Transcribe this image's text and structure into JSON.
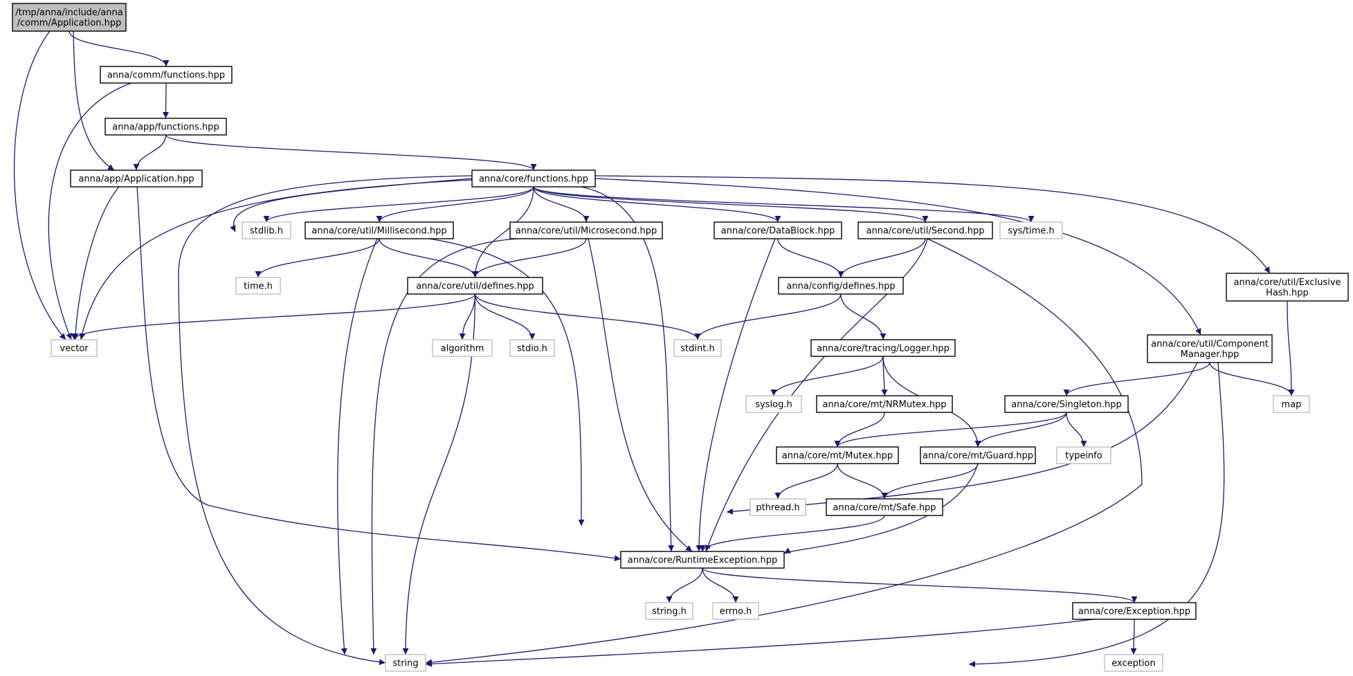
{
  "graph": {
    "edge_color": "#191970",
    "project_border": "#000000",
    "system_border": "#bfbfbf",
    "root_fill": "#bfbfbf",
    "nodes": [
      {
        "id": "root",
        "lines": [
          "/tmp/anna/include/anna",
          "/comm/Application.hpp"
        ],
        "kind": "root"
      },
      {
        "id": "comm_functions",
        "lines": [
          "anna/comm/functions.hpp"
        ],
        "kind": "project"
      },
      {
        "id": "app_functions",
        "lines": [
          "anna/app/functions.hpp"
        ],
        "kind": "project"
      },
      {
        "id": "app_application",
        "lines": [
          "anna/app/Application.hpp"
        ],
        "kind": "project"
      },
      {
        "id": "core_functions",
        "lines": [
          "anna/core/functions.hpp"
        ],
        "kind": "project"
      },
      {
        "id": "stdlib_h",
        "lines": [
          "stdlib.h"
        ],
        "kind": "system"
      },
      {
        "id": "millisecond",
        "lines": [
          "anna/core/util/Millisecond.hpp"
        ],
        "kind": "project"
      },
      {
        "id": "microsecond",
        "lines": [
          "anna/core/util/Microsecond.hpp"
        ],
        "kind": "project"
      },
      {
        "id": "datablock",
        "lines": [
          "anna/core/DataBlock.hpp"
        ],
        "kind": "project"
      },
      {
        "id": "second",
        "lines": [
          "anna/core/util/Second.hpp"
        ],
        "kind": "project"
      },
      {
        "id": "sys_time_h",
        "lines": [
          "sys/time.h"
        ],
        "kind": "system"
      },
      {
        "id": "exclusive_hash",
        "lines": [
          "anna/core/util/Exclusive",
          "Hash.hpp"
        ],
        "kind": "project"
      },
      {
        "id": "time_h",
        "lines": [
          "time.h"
        ],
        "kind": "system"
      },
      {
        "id": "util_defines",
        "lines": [
          "anna/core/util/defines.hpp"
        ],
        "kind": "project"
      },
      {
        "id": "config_defines",
        "lines": [
          "anna/config/defines.hpp"
        ],
        "kind": "project"
      },
      {
        "id": "vector",
        "lines": [
          "vector"
        ],
        "kind": "system"
      },
      {
        "id": "algorithm",
        "lines": [
          "algorithm"
        ],
        "kind": "system"
      },
      {
        "id": "stdio_h",
        "lines": [
          "stdio.h"
        ],
        "kind": "system"
      },
      {
        "id": "stdint_h",
        "lines": [
          "stdint.h"
        ],
        "kind": "system"
      },
      {
        "id": "logger",
        "lines": [
          "anna/core/tracing/Logger.hpp"
        ],
        "kind": "project"
      },
      {
        "id": "component_manager",
        "lines": [
          "anna/core/util/Component",
          "Manager.hpp"
        ],
        "kind": "project"
      },
      {
        "id": "syslog_h",
        "lines": [
          "syslog.h"
        ],
        "kind": "system"
      },
      {
        "id": "nrmutex",
        "lines": [
          "anna/core/mt/NRMutex.hpp"
        ],
        "kind": "project"
      },
      {
        "id": "singleton",
        "lines": [
          "anna/core/Singleton.hpp"
        ],
        "kind": "project"
      },
      {
        "id": "map",
        "lines": [
          "map"
        ],
        "kind": "system"
      },
      {
        "id": "mutex",
        "lines": [
          "anna/core/mt/Mutex.hpp"
        ],
        "kind": "project"
      },
      {
        "id": "guard",
        "lines": [
          "anna/core/mt/Guard.hpp"
        ],
        "kind": "project"
      },
      {
        "id": "typeinfo",
        "lines": [
          "typeinfo"
        ],
        "kind": "system"
      },
      {
        "id": "pthread_h",
        "lines": [
          "pthread.h"
        ],
        "kind": "system"
      },
      {
        "id": "safe",
        "lines": [
          "anna/core/mt/Safe.hpp"
        ],
        "kind": "project"
      },
      {
        "id": "runtime_exception",
        "lines": [
          "anna/core/RuntimeException.hpp"
        ],
        "kind": "project"
      },
      {
        "id": "string_h",
        "lines": [
          "string.h"
        ],
        "kind": "system"
      },
      {
        "id": "errno_h",
        "lines": [
          "errno.h"
        ],
        "kind": "system"
      },
      {
        "id": "exception_hpp",
        "lines": [
          "anna/core/Exception.hpp"
        ],
        "kind": "project"
      },
      {
        "id": "string",
        "lines": [
          "string"
        ],
        "kind": "system"
      },
      {
        "id": "exception",
        "lines": [
          "exception"
        ],
        "kind": "system"
      }
    ],
    "edges": [
      [
        "root",
        "vector"
      ],
      [
        "root",
        "app_application"
      ],
      [
        "root",
        "comm_functions"
      ],
      [
        "comm_functions",
        "vector"
      ],
      [
        "comm_functions",
        "app_functions"
      ],
      [
        "app_functions",
        "app_application"
      ],
      [
        "app_functions",
        "core_functions"
      ],
      [
        "app_application",
        "vector"
      ],
      [
        "app_application",
        "runtime_exception"
      ],
      [
        "core_functions",
        "vector"
      ],
      [
        "core_functions",
        "string"
      ],
      [
        "core_functions",
        "time_h"
      ],
      [
        "core_functions",
        "stdlib_h"
      ],
      [
        "core_functions",
        "millisecond"
      ],
      [
        "core_functions",
        "util_defines"
      ],
      [
        "core_functions",
        "microsecond"
      ],
      [
        "core_functions",
        "runtime_exception"
      ],
      [
        "core_functions",
        "datablock"
      ],
      [
        "core_functions",
        "second"
      ],
      [
        "core_functions",
        "sys_time_h"
      ],
      [
        "core_functions",
        "component_manager"
      ],
      [
        "core_functions",
        "exclusive_hash"
      ],
      [
        "millisecond",
        "time_h"
      ],
      [
        "millisecond",
        "string"
      ],
      [
        "millisecond",
        "util_defines"
      ],
      [
        "millisecond",
        "runtime_exception"
      ],
      [
        "microsecond",
        "string"
      ],
      [
        "microsecond",
        "util_defines"
      ],
      [
        "microsecond",
        "runtime_exception"
      ],
      [
        "datablock",
        "config_defines"
      ],
      [
        "datablock",
        "runtime_exception"
      ],
      [
        "second",
        "config_defines"
      ],
      [
        "second",
        "runtime_exception"
      ],
      [
        "second",
        "string"
      ],
      [
        "exclusive_hash",
        "map"
      ],
      [
        "util_defines",
        "vector"
      ],
      [
        "util_defines",
        "algorithm"
      ],
      [
        "util_defines",
        "stdio_h"
      ],
      [
        "util_defines",
        "stdint_h"
      ],
      [
        "util_defines",
        "string"
      ],
      [
        "config_defines",
        "stdint_h"
      ],
      [
        "config_defines",
        "logger"
      ],
      [
        "logger",
        "syslog_h"
      ],
      [
        "logger",
        "nrmutex"
      ],
      [
        "logger",
        "guard"
      ],
      [
        "component_manager",
        "singleton"
      ],
      [
        "component_manager",
        "map"
      ],
      [
        "component_manager",
        "runtime_exception"
      ],
      [
        "component_manager",
        "string"
      ],
      [
        "nrmutex",
        "mutex"
      ],
      [
        "singleton",
        "mutex"
      ],
      [
        "singleton",
        "guard"
      ],
      [
        "singleton",
        "typeinfo"
      ],
      [
        "mutex",
        "pthread_h"
      ],
      [
        "mutex",
        "safe"
      ],
      [
        "guard",
        "safe"
      ],
      [
        "guard",
        "runtime_exception"
      ],
      [
        "safe",
        "runtime_exception"
      ],
      [
        "runtime_exception",
        "string_h"
      ],
      [
        "runtime_exception",
        "errno_h"
      ],
      [
        "runtime_exception",
        "exception_hpp"
      ],
      [
        "exception_hpp",
        "string"
      ],
      [
        "exception_hpp",
        "exception"
      ]
    ]
  }
}
